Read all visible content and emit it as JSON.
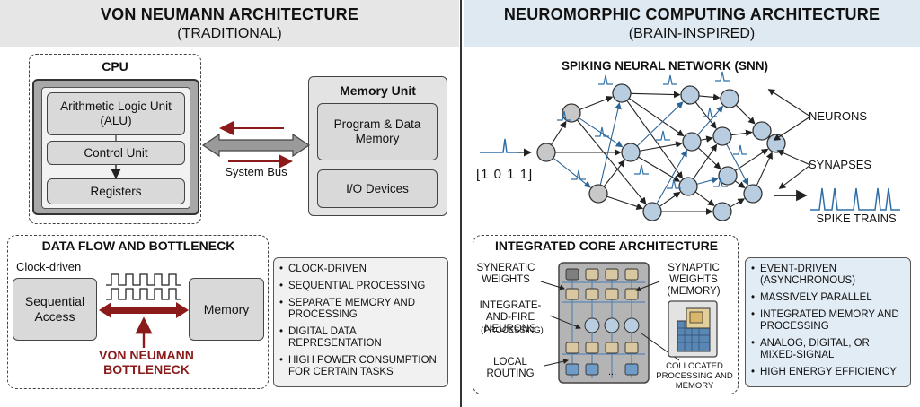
{
  "left": {
    "title": "VON NEUMANN ARCHITECTURE",
    "subtitle": "(TRADITIONAL)",
    "cpu": {
      "label": "CPU",
      "alu": "Arithmetic Logic Unit (ALU)",
      "control": "Control Unit",
      "registers": "Registers"
    },
    "bus_label": "System Bus",
    "memory": {
      "title": "Memory Unit",
      "program": "Program & Data Memory",
      "io": "I/O Devices"
    },
    "dataflow": {
      "title": "DATA FLOW AND BOTTLENECK",
      "clock": "Clock-driven",
      "sequential": "Sequential Access",
      "memory": "Memory",
      "bottleneck": "VON NEUMANN BOTTLENECK"
    },
    "features": [
      "CLOCK-DRIVEN",
      "SEQUENTIAL PROCESSING",
      "SEPARATE MEMORY AND PROCESSING",
      "DIGITAL DATA REPRESENTATION",
      "HIGH POWER CONSUMPTION FOR CERTAIN TASKS"
    ]
  },
  "right": {
    "title": "NEUROMORPHIC COMPUTING ARCHITECTURE",
    "subtitle": "(BRAIN-INSPIRED)",
    "snn_title": "SPIKING NEURAL NETWORK (SNN)",
    "input": "[1 0 1 1]",
    "neurons": "NEURONS",
    "synapses": "SYNAPSES",
    "spike_trains": "SPIKE TRAINS",
    "core": {
      "title": "INTEGRATED CORE ARCHITECTURE",
      "syneratic": "SYNERATIC WEIGHTS",
      "synaptic": "SYNAPTIC WEIGHTS (MEMORY)",
      "integrate": "INTEGRATE-AND-FIRE NEURONS",
      "processing": "(PROCESSING)",
      "routing": "LOCAL ROUTING",
      "collocated": "COLLOCATED PROCESSING AND MEMORY",
      "ellipsis": "..."
    },
    "features": [
      "EVENT-DRIVEN (ASYNCHRONOUS)",
      "MASSIVELY PARALLEL",
      "INTEGRATED MEMORY AND PROCESSING",
      "ANALOG, DIGITAL, OR MIXED-SIGNAL",
      "HIGH ENERGY EFFICIENCY"
    ]
  },
  "colors": {
    "accent_red": "#8b1a1a",
    "neuron_fill": "#b9cde0",
    "synapse_blue": "#2c6496",
    "spike_blue": "#2e6fa8",
    "memory_tan": "#d9c7a2"
  }
}
